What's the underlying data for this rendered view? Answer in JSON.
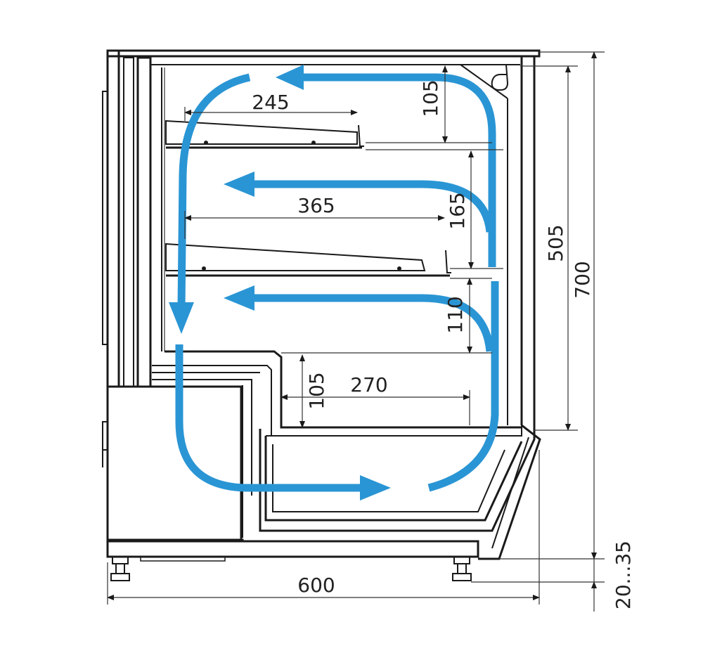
{
  "dimensions": {
    "shelf_top_depth": "245",
    "shelf_mid_depth": "365",
    "bottom_depth": "270",
    "top_gap": "105",
    "mid_gap": "165",
    "lower_gap": "110",
    "bottom_gap": "105",
    "inner_height": "505",
    "total_height": "700",
    "total_width": "600",
    "feet_range": "20...35"
  },
  "colors": {
    "airflow": "#2a95d4",
    "outline": "#1a1a1a"
  }
}
